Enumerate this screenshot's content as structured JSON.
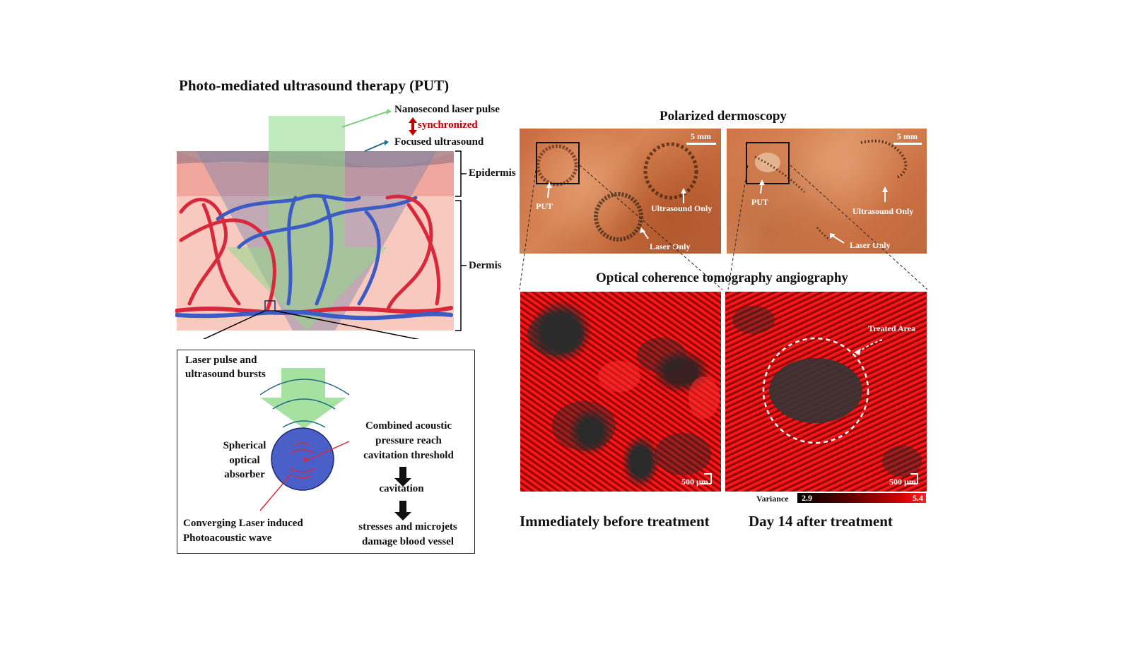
{
  "left": {
    "title": "Photo-mediated ultrasound therapy (PUT)",
    "laser_label": "Nanosecond laser pulse",
    "sync_label": "synchronized",
    "ultrasound_label": "Focused ultrasound",
    "epidermis_label": "Epidermis",
    "dermis_label": "Dermis",
    "inset": {
      "pulse_label_line1": "Laser pulse and",
      "pulse_label_line2": "ultrasound bursts",
      "absorber_line1": "Spherical",
      "absorber_line2": "optical",
      "absorber_line3": "absorber",
      "combined_line1": "Combined acoustic",
      "combined_line2": "pressure reach",
      "combined_line3": "cavitation threshold",
      "cavitation": "cavitation",
      "stress_line1": "stresses and microjets",
      "stress_line2": "damage blood vessel",
      "wave_line1": "Converging Laser induced",
      "wave_line2": "Photoacoustic wave"
    }
  },
  "right": {
    "dermoscopy_title": "Polarized dermoscopy",
    "oct_title": "Optical coherence tomography angiography",
    "scale_mm": "5 mm",
    "scale_um": "500 µm",
    "put": "PUT",
    "ultrasound_only": "Ultrasound Only",
    "laser_only": "Laser Only",
    "treated_area": "Treated Area",
    "variance_label": "Variance",
    "variance_min": "2.9",
    "variance_max": "5.4",
    "caption_before": "Immediately before treatment",
    "caption_after": "Day 14 after treatment"
  },
  "colors": {
    "laser_green": "#8fd98a",
    "sync_red": "#c00000",
    "ultrasound_teal": "#1f6b86",
    "artery_red": "#d8283c",
    "vein_blue": "#3b5cc4",
    "skin_pink": "#f6c6bb",
    "absorber_blue": "#4b5fc9"
  }
}
